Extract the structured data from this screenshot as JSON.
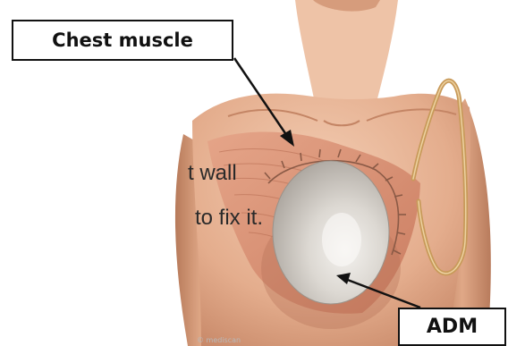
{
  "caption": {
    "line1_fragment": "t wall",
    "line2_fragment": "to fix it."
  },
  "labels": {
    "chest_muscle": "Chest muscle",
    "adm": "ADM"
  },
  "colors": {
    "skin": "#e9b99a",
    "skin_shadow": "#c98c6b",
    "muscle": "#d88f73",
    "implant": "#d9d5cf",
    "suture": "#8a5a46",
    "drain_tube": "#c89a5a",
    "arrow": "#111111"
  }
}
